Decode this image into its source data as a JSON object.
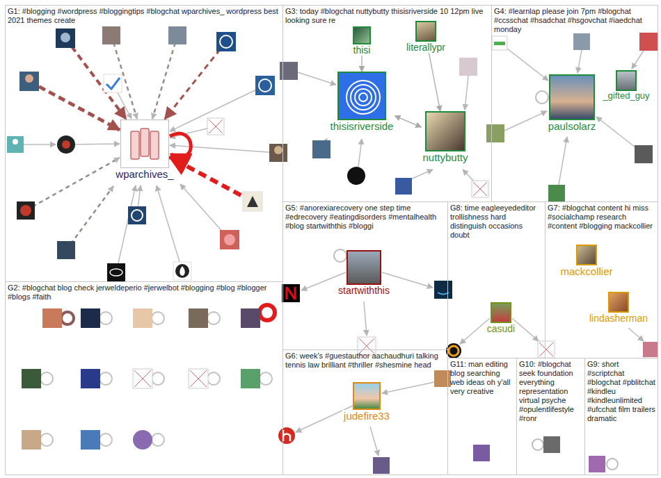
{
  "diagram": {
    "nodes": [
      {
        "text": [
          "G1: #blogging #wordpress #bloggingtips #blogchat wparchives_ wordpress best 2021 themes create"
        ]
      },
      {
        "text": [
          "wparchives_"
        ],
        "in": 0
      },
      {
        "text": [
          "G2: #blogchat blog check jerweldeperio #jerwelbot #blogging #blog #blogger #blogs #faith"
        ]
      },
      {
        "text": [
          "G3: today #blogchat nuttybutty thisisriverside 10 12pm live looking sure re"
        ]
      },
      {
        "text": [
          "thisi"
        ],
        "in": 3
      },
      {
        "text": [
          "literallypr"
        ],
        "in": 3
      },
      {
        "text": [
          "thisisriverside"
        ],
        "in": 3
      },
      {
        "text": [
          "nuttybutty"
        ],
        "in": 3
      },
      {
        "text": [
          "G4: #learnlap please join 7pm #blogchat #ccsschat #hsadchat #hsgovchat #iaedchat monday"
        ]
      },
      {
        "text": [
          "paulsolarz"
        ],
        "in": 8
      },
      {
        "text": [
          "_gifted_guy"
        ],
        "in": 8
      },
      {
        "text": [
          "G5: #anorexiarecovery one step time #edrecovery #eatingdisorders #mentalhealth #blog startwiththis #bloggi"
        ]
      },
      {
        "text": [
          "startwiththis"
        ],
        "in": 11
      },
      {
        "text": [
          "G8: time eagleeyededitor trollishness hard distinguish occasions doubt"
        ]
      },
      {
        "text": [
          "casudi"
        ],
        "in": 13
      },
      {
        "text": [
          "G7: #blogchat content hi miss #socialchamp research #content #blogging mackcollier"
        ]
      },
      {
        "text": [
          "mackcollier"
        ],
        "in": 15
      },
      {
        "text": [
          "lindasherman"
        ],
        "in": 15
      },
      {
        "text": [
          "G6: week's #guestauthor aachaudhuri talking tennis law brilliant #thriller #shesmine head"
        ]
      },
      {
        "text": [
          "judefire33"
        ],
        "in": 18
      },
      {
        "text": [
          "G11: man editing blog searching web ideas oh y'all very creative"
        ]
      },
      {
        "text": [
          "G10: #blogchat seek foundation everything representation virtual psyche #opulentlifestyle #ronr"
        ]
      },
      {
        "text": [
          "G9: short #scriptchat #blogchat #pblitchat #kindleu #kindleunlimited #ufcchat film trailers dramatic"
        ]
      }
    ],
    "edges": [
      {
        "from": 4,
        "to": 6,
        "arrow": "to"
      },
      {
        "from": 5,
        "to": 7,
        "arrow": "to"
      },
      {
        "from": 6,
        "to": 7,
        "arrow": "both"
      }
    ]
  }
}
